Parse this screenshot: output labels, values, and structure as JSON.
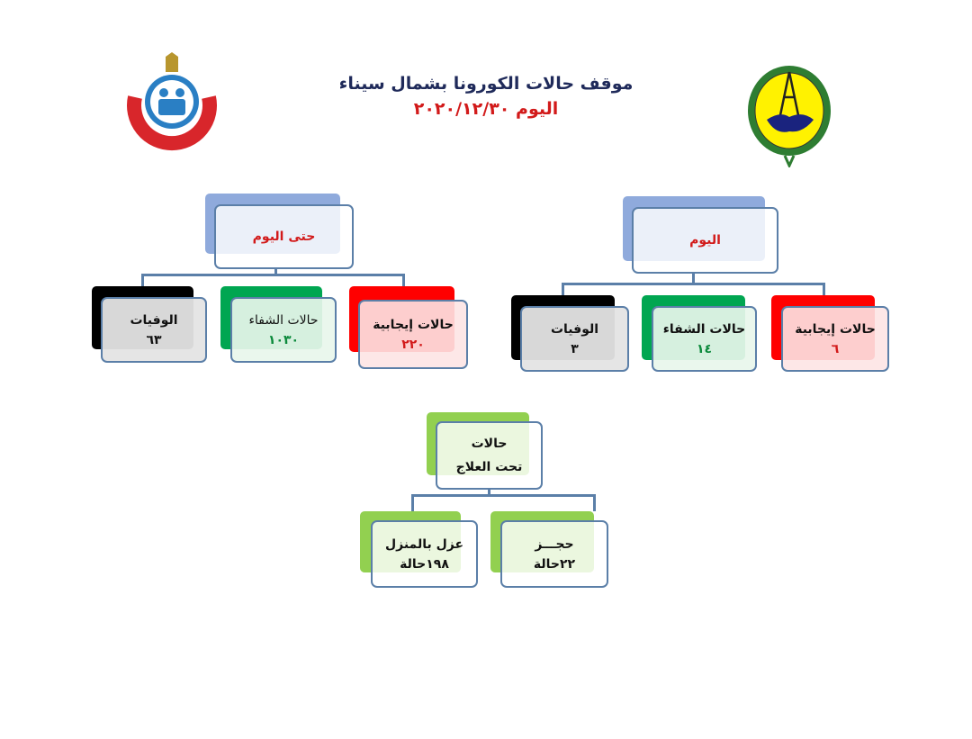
{
  "header": {
    "title": "موقف حالات الكورونا بشمال سيناء",
    "date_label": "اليوم",
    "date": "٢٠٢٠/١٢/٣٠"
  },
  "logos": {
    "left": "وزارة الصحة والسكان",
    "left_en": "Ministry of Health & Population",
    "right": "north-sinai-governorate-emblem"
  },
  "cumulative": {
    "title": "حتى اليوم",
    "cards": [
      {
        "label": "حالات إيجابية",
        "value": "٢٢٠",
        "color": "#ff0000",
        "value_color": "#d21a1a"
      },
      {
        "label": "حالات الشفاء",
        "value": "١٠٣٠",
        "color": "#00a651",
        "value_color": "#0c8a3c"
      },
      {
        "label": "الوفيات",
        "value": "٦٣",
        "color": "#000000",
        "value_color": "#111111"
      }
    ]
  },
  "today": {
    "title": "اليوم",
    "cards": [
      {
        "label": "حالات إيجابية",
        "value": "٦",
        "color": "#ff0000",
        "value_color": "#d21a1a"
      },
      {
        "label": "حالات الشفاء",
        "value": "١٤",
        "color": "#00a651",
        "value_color": "#0c8a3c"
      },
      {
        "label": "الوفيات",
        "value": "٣",
        "color": "#000000",
        "value_color": "#111111"
      }
    ]
  },
  "treatment": {
    "title_line1": "حالات",
    "title_line2": "تحت العلاج",
    "cards": [
      {
        "label": "حجـــز",
        "value": "٢٢حالة"
      },
      {
        "label": "عزل بالمنزل",
        "value": "١٩٨حالة"
      }
    ]
  }
}
